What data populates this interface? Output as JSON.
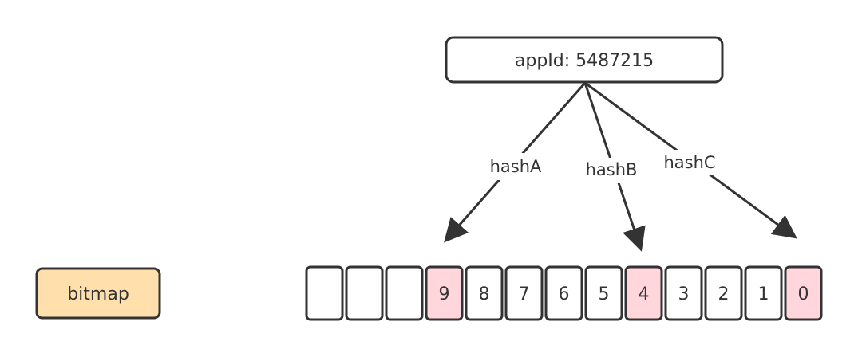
{
  "root_node": {
    "label": "appId: 5487215"
  },
  "legend": {
    "label": "bitmap",
    "fill": "#FFE0AC"
  },
  "edges": [
    {
      "label": "hashA"
    },
    {
      "label": "hashB"
    },
    {
      "label": "hashC"
    }
  ],
  "bitmap": {
    "cells": [
      "",
      "",
      "",
      "9",
      "8",
      "7",
      "6",
      "5",
      "4",
      "3",
      "2",
      "1",
      "0"
    ],
    "highlighted": [
      3,
      8,
      12
    ]
  },
  "colors": {
    "stroke": "#333333",
    "highlight": "#FFD6DC",
    "cell": "#FFFFFF",
    "text": "#333333"
  }
}
